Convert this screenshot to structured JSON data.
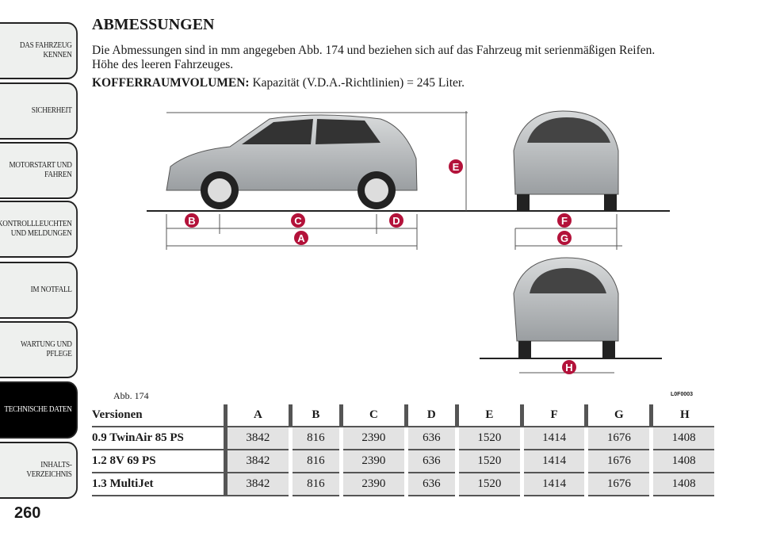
{
  "sidebar": {
    "tabs": [
      "DAS FAHRZEUG KENNEN",
      "SICHERHEIT",
      "MOTORSTART UND FAHREN",
      "KONTROLLLEUCHTEN UND MELDUNGEN",
      "IM NOTFALL",
      "WARTUNG UND PFLEGE",
      "TECHNISCHE DATEN",
      "INHALTS-VERZEICHNIS"
    ],
    "active": "TECHNISCHE DATEN"
  },
  "page_number": "260",
  "title": "ABMESSUNGEN",
  "intro": "Die Abmessungen sind in mm angegeben Abb. 174 und beziehen sich auf das Fahrzeug mit serienmäßigen Reifen. Höhe des leeren Fahrzeuges.",
  "trunk": {
    "label": "KOFFERRAUMVOLUMEN:",
    "text": " Kapazität (V.D.A.-Richtlinien) = 245 Liter."
  },
  "figure": {
    "caption": "Abb. 174",
    "code": "L0F0003",
    "labels": [
      "A",
      "B",
      "C",
      "D",
      "E",
      "F",
      "G",
      "H"
    ]
  },
  "table": {
    "headers": [
      "Versionen",
      "A",
      "B",
      "C",
      "D",
      "E",
      "F",
      "G",
      "H"
    ],
    "rows": [
      [
        "0.9 TwinAir 85 PS",
        "3842",
        "816",
        "2390",
        "636",
        "1520",
        "1414",
        "1676",
        "1408"
      ],
      [
        "1.2 8V 69 PS",
        "3842",
        "816",
        "2390",
        "636",
        "1520",
        "1414",
        "1676",
        "1408"
      ],
      [
        "1.3 MultiJet",
        "3842",
        "816",
        "2390",
        "636",
        "1520",
        "1414",
        "1676",
        "1408"
      ]
    ]
  }
}
